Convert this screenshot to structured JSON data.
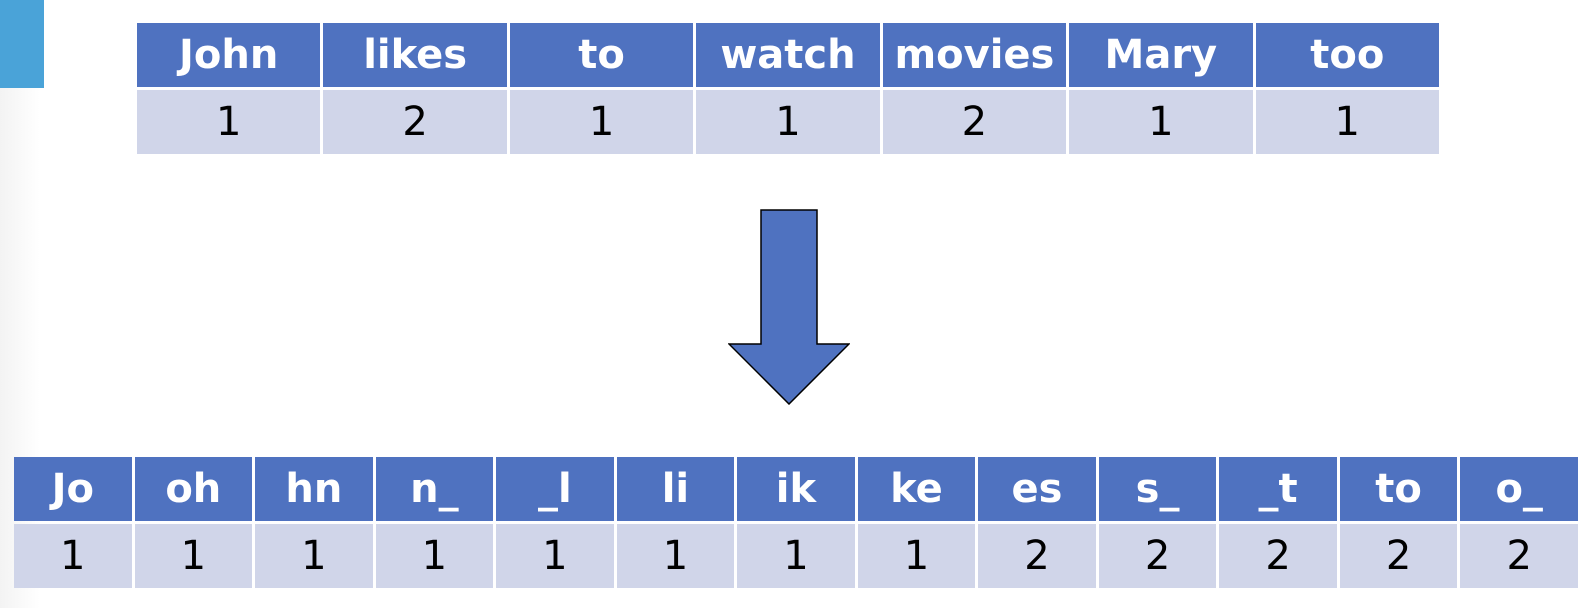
{
  "word_table": {
    "headers": [
      "John",
      "likes",
      "to",
      "watch",
      "movies",
      "Mary",
      "too"
    ],
    "counts": [
      "1",
      "2",
      "1",
      "1",
      "2",
      "1",
      "1"
    ]
  },
  "ngram_table": {
    "headers": [
      "Jo",
      "oh",
      "hn",
      "n_",
      "_l",
      "li",
      "ik",
      "ke",
      "es",
      "s_",
      "_t",
      "to",
      "o_"
    ],
    "counts": [
      "1",
      "1",
      "1",
      "1",
      "1",
      "1",
      "1",
      "1",
      "2",
      "2",
      "2",
      "2",
      "2"
    ]
  },
  "colors": {
    "header_fill": "#4f72c0",
    "cell_fill": "#d0d5e9",
    "arrow_fill": "#4f72c0",
    "accent": "#4aa3d8"
  },
  "icons": {
    "transform_arrow": "down-arrow-icon"
  }
}
